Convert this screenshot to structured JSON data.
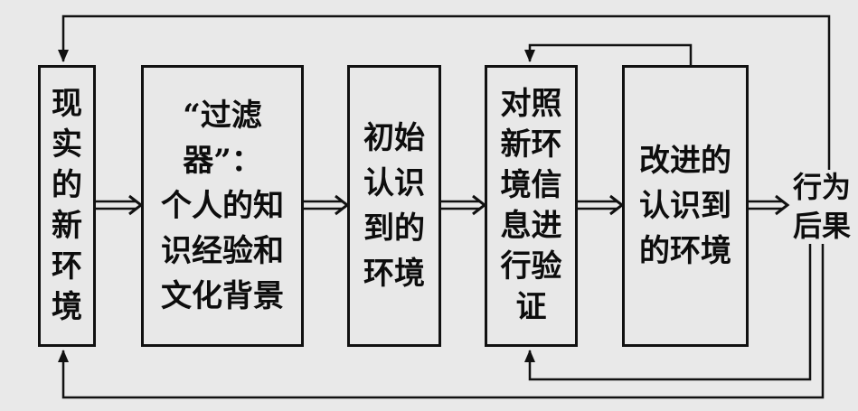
{
  "nodes": {
    "reality": "现\n实\n的\n新\n环\n境",
    "filter": "“过滤器”：\n个人的知\n识经验和\n文化背景",
    "initial": "初始\n认识\n到的\n环境",
    "verify": "对照\n新环\n境信\n息进\n行验\n证",
    "improved": "改进的\n认识到\n的环境",
    "result": "行为\n后果"
  },
  "colors": {
    "line": "#111111",
    "box_bg": "#e8e8e8",
    "page_bg": "#e9e9e9"
  }
}
